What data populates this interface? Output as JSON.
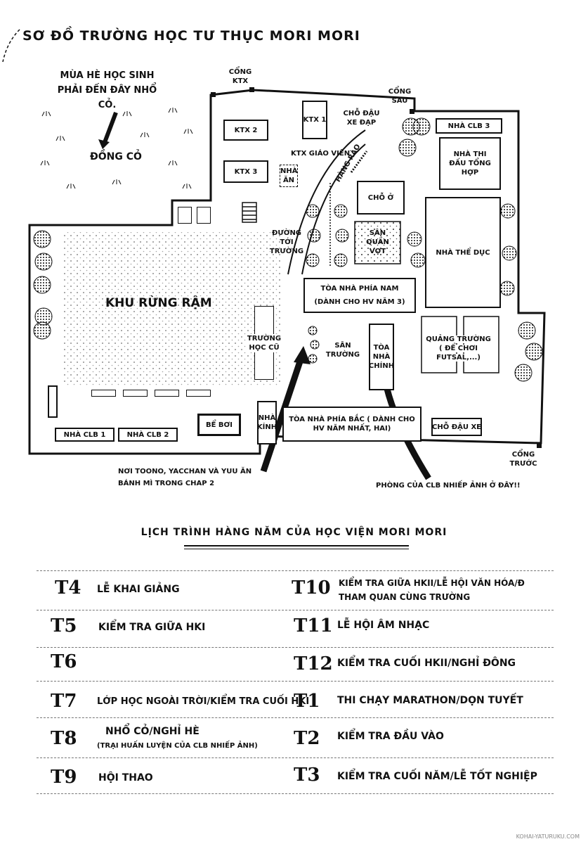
{
  "title": "SƠ ĐỒ TRƯỜNG HỌC TƯ THỤC MORI MORI",
  "grass_note": "MÙA HÈ HỌC SINH PHẢI ĐẾN ĐÂY NHỔ CỎ.",
  "grass_field": "ĐỒNG CỎ",
  "map_labels": {
    "gate_ktx": "CỔNG KTX",
    "gate_back": "CỔNG SAU",
    "gate_front": "CỔNG TRƯỚC",
    "ktx1": "KTX 1",
    "ktx2": "KTX 2",
    "ktx3": "KTX 3",
    "ktx_teacher": "KTX GIÁO VIÊN",
    "canteen": "NHÀ ĂN",
    "bike_parking": "CHỖ ĐẬU XE ĐẠP",
    "fence": "HÀNG RÀO",
    "club_house_3": "NHÀ CLB 3",
    "arena": "NHÀ THI ĐẤU TỔNG HỢP",
    "residence": "CHỖ Ở",
    "tennis": "SÂN QUẦN VỢT",
    "school_road": "ĐƯỜNG TỚI TRƯỜNG",
    "gym": "NHÀ THỂ DỤC",
    "south_building": "TÒA NHÀ PHÍA NAM",
    "south_building_sub": "(DÀNH CHO HV NĂM 3)",
    "forest": "KHU RỪNG RẬM",
    "old_school": "TRƯỜNG HỌC CŨ",
    "schoolyard": "SÂN TRƯỜNG",
    "main_building": "TÒA NHÀ CHÍNH",
    "square": "QUẢNG TRƯỜNG",
    "square_sub": "( ĐỂ CHƠI FUTSAL,...)",
    "pool": "BỂ BƠI",
    "glass_house": "NHÀ KÍNH",
    "north_building": "TÒA NHÀ PHÍA BẮC ( DÀNH CHO HV NĂM NHẤT, HAI)",
    "car_parking": "CHỖ ĐẬU XE",
    "club_house_1": "NHÀ CLB 1",
    "club_house_2": "NHÀ CLB 2",
    "note_bread": "NƠI TOONO, YACCHAN VÀ YUU ĂN BÁNH MÌ TRONG CHAP 2",
    "note_club_room": "PHÒNG CỦA CLB NHIẾP ẢNH Ở ĐÂY!!"
  },
  "schedule_title": "LỊCH TRÌNH HÀNG NĂM CỦA HỌC VIỆN MORI MORI",
  "schedule": [
    {
      "left_month": "T4",
      "left_event": "LỄ KHAI GIẢNG",
      "left_sub": "",
      "right_month": "T10",
      "right_event": "KIỂM TRA GIỮA HKII/LỄ HỘI VĂN HÓA/Đ THAM QUAN CÙNG TRƯỜNG"
    },
    {
      "left_month": "T5",
      "left_event": "KIỂM TRA GIỮA HKI",
      "left_sub": "",
      "right_month": "T11",
      "right_event": "LỄ HỘI ÂM NHẠC"
    },
    {
      "left_month": "T6",
      "left_event": "",
      "left_sub": "",
      "right_month": "T12",
      "right_event": "KIỂM TRA CUỐI HKII/NGHỈ ĐÔNG"
    },
    {
      "left_month": "T7",
      "left_event": "LỚP HỌC NGOÀI TRỜI/KIỂM TRA CUỐI HKI",
      "left_sub": "",
      "right_month": "T1",
      "right_event": "THI CHẠY MARATHON/DỌN TUYẾT"
    },
    {
      "left_month": "T8",
      "left_event": "NHỔ CỎ/NGHỈ HÈ",
      "left_sub": "(TRẠI HUẤN LUYỆN CỦA CLB NHIẾP ẢNH)",
      "right_month": "T2",
      "right_event": "KIỂM TRA ĐẦU VÀO"
    },
    {
      "left_month": "T9",
      "left_event": "HỘI THAO",
      "left_sub": "",
      "right_month": "T3",
      "right_event": "KIỂM TRA CUỐI NĂM/LỄ TỐT NGHIỆP"
    }
  ],
  "credit": "KOHAI-YATURUKU.COM"
}
